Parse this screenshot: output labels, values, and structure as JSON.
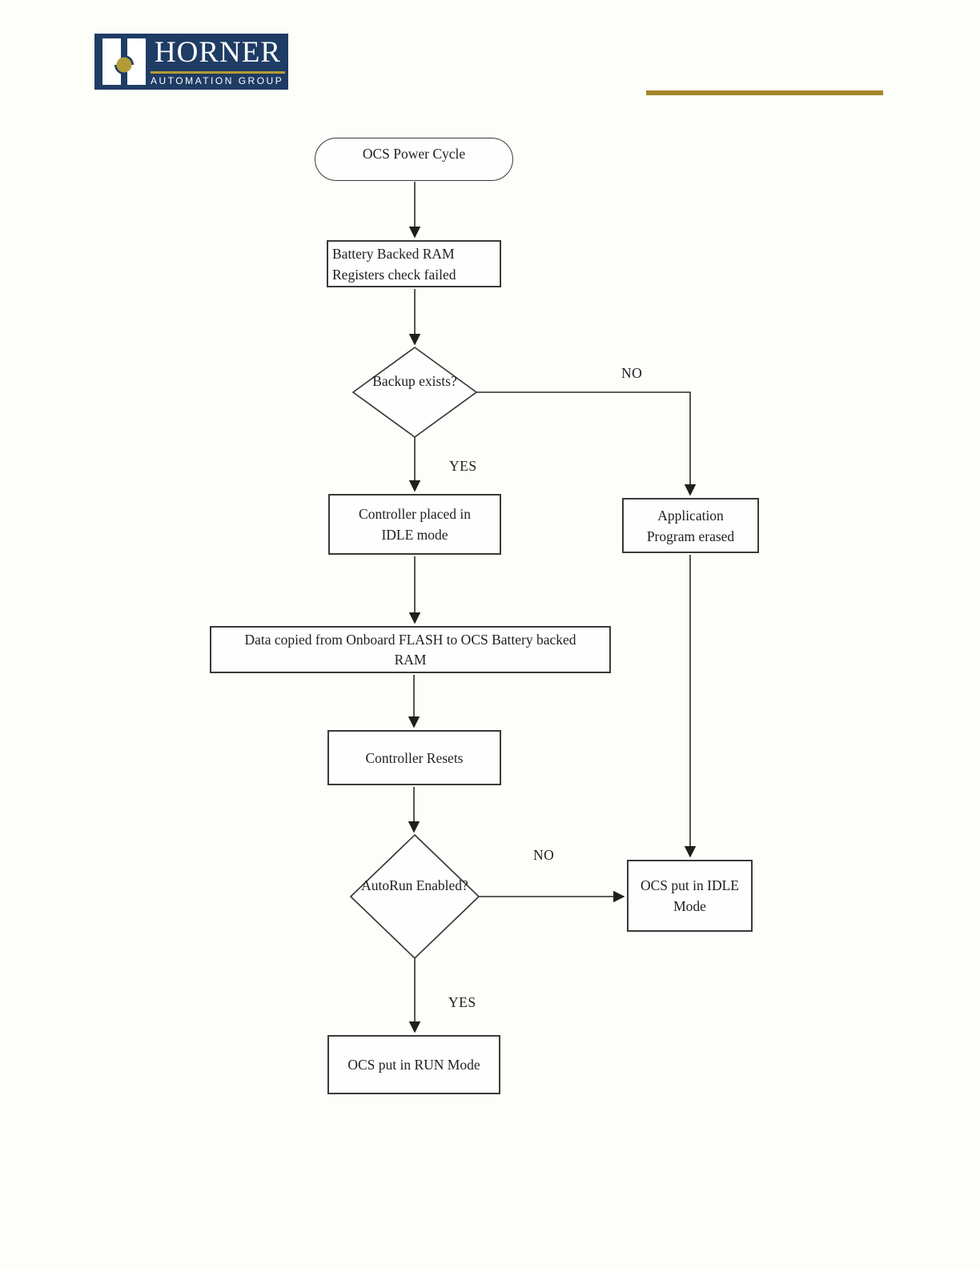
{
  "page": {
    "background_color": "#fdfdfa"
  },
  "header": {
    "logo": {
      "brand": "HORNER",
      "subtitle": "AUTOMATION GROUP",
      "bg_color": "#1e3c64",
      "gold_color": "#b49b37"
    },
    "rule_color": "#a4882a"
  },
  "flowchart": {
    "line_color": "#2b2b2b",
    "nodes": {
      "start": {
        "label": "OCS Power Cycle"
      },
      "battery": {
        "line1": "Battery Backed RAM",
        "line2": "Registers check failed"
      },
      "backup_decision": {
        "line1": "Backup",
        "line2": "exists?"
      },
      "controller_idle": {
        "line1": "Controller placed in",
        "line2": "IDLE mode"
      },
      "app_erased": {
        "line1": "Application",
        "line2": "Program erased"
      },
      "data_copied": {
        "line1": "Data copied from Onboard FLASH to OCS Battery backed",
        "line2": "RAM"
      },
      "controller_resets": {
        "label": "Controller Resets"
      },
      "autorun_decision": {
        "line1": "AutoRun",
        "line2": "Enabled?"
      },
      "ocs_idle": {
        "line1": "OCS put in IDLE",
        "line2": "Mode"
      },
      "ocs_run": {
        "label": "OCS put in RUN Mode"
      }
    },
    "edge_labels": {
      "backup_no": "NO",
      "backup_yes": "YES",
      "autorun_no": "NO",
      "autorun_yes": "YES"
    }
  }
}
